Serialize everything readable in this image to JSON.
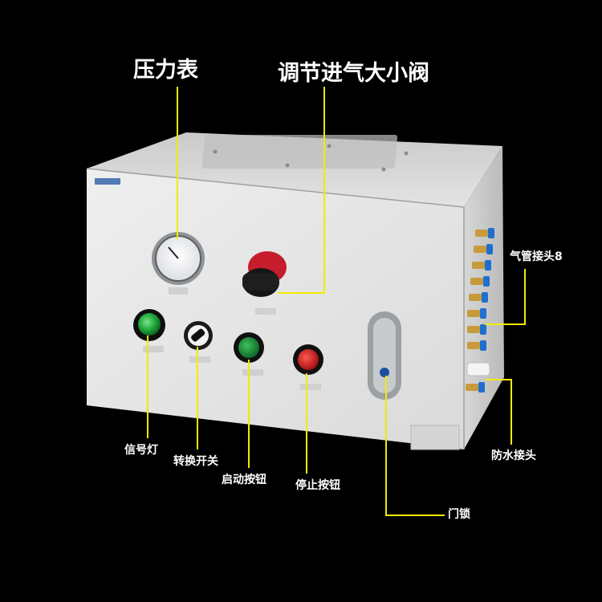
{
  "labels": {
    "pressure_gauge": "压力表",
    "intake_valve": "调节进气大小阀",
    "air_fitting": "气管接头8",
    "waterproof_connector": "防水接头",
    "signal_light": "信号灯",
    "selector_switch": "转换开关",
    "start_button": "启动按钮",
    "stop_button": "停止按钮",
    "door_lock": "门锁"
  },
  "colors": {
    "background": "#000000",
    "leader_line": "#f2ea00",
    "cabinet_front": "#e6e7e6",
    "cabinet_side": "#d3d4d3",
    "signal_light": "#1fa83a",
    "start_button": "#17923b",
    "stop_button": "#d81b21",
    "valve_knob": "#c51d2b",
    "fitting_brass": "#c79a3b",
    "fitting_blue": "#1e6fd0"
  },
  "icons": [
    "pressure-gauge-icon",
    "valve-knob-icon",
    "signal-light-icon",
    "selector-switch-icon",
    "start-button-icon",
    "stop-button-icon",
    "door-handle-icon",
    "air-fitting-icon",
    "waterproof-connector-icon",
    "brand-logo"
  ]
}
